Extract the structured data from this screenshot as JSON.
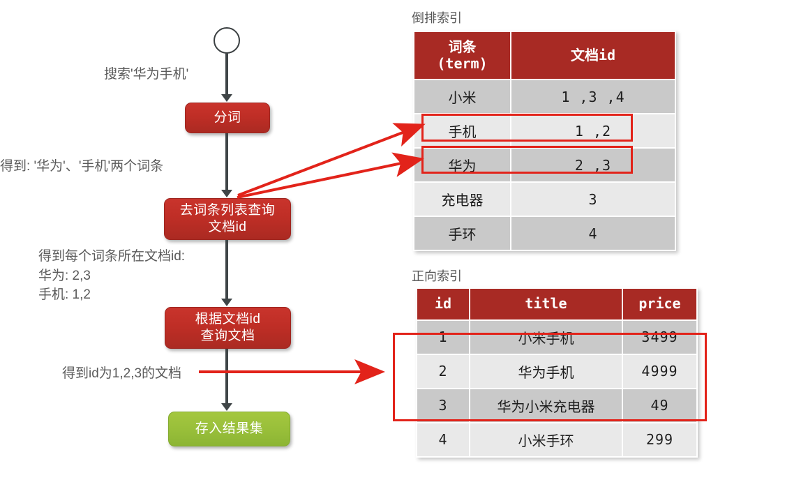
{
  "diagram": {
    "title": "elasticsearch-inverted-index-search-flow",
    "accent_red": "#a82a24",
    "accent_green": "#9bbf3a",
    "arrow_red": "#e2231a",
    "line_gray": "#3f4547",
    "text_gray": "#5a5a5a"
  },
  "flow": {
    "start_node": "",
    "steps": [
      {
        "id": "fenci",
        "label": "分词",
        "color": "red"
      },
      {
        "id": "query-term-list",
        "line1": "去词条列表查询",
        "line2": "文档id",
        "color": "red"
      },
      {
        "id": "query-doc-by-id",
        "line1": "根据文档id",
        "line2": "查询文档",
        "color": "red"
      },
      {
        "id": "save-result",
        "label": "存入结果集",
        "color": "green"
      }
    ]
  },
  "annotations": {
    "search_input": "搜索'华为手机'",
    "terms_result": "得到: '华为'、'手机'两个词条",
    "doc_ids_block": "得到每个词条所在文档id:\n华为: 2,3\n手机: 1,2",
    "doc_result": "得到id为1,2,3的文档"
  },
  "inverted_index": {
    "caption": "倒排索引",
    "headers": [
      "词条\n(term)",
      "文档id"
    ],
    "rows": [
      {
        "term": "小米",
        "doc_ids": "1 ,3 ,4",
        "highlight": false
      },
      {
        "term": "手机",
        "doc_ids": "1 ,2",
        "highlight": true
      },
      {
        "term": "华为",
        "doc_ids": "2 ,3",
        "highlight": true
      },
      {
        "term": "充电器",
        "doc_ids": "3",
        "highlight": false
      },
      {
        "term": "手环",
        "doc_ids": "4",
        "highlight": false
      }
    ]
  },
  "forward_index": {
    "caption": "正向索引",
    "headers": [
      "id",
      "title",
      "price"
    ],
    "rows": [
      {
        "id": "1",
        "title": "小米手机",
        "price": "3499",
        "highlight": true
      },
      {
        "id": "2",
        "title": "华为手机",
        "price": "4999",
        "highlight": true
      },
      {
        "id": "3",
        "title": "华为小米充电器",
        "price": "49",
        "highlight": true
      },
      {
        "id": "4",
        "title": "小米手环",
        "price": "299",
        "highlight": false
      }
    ]
  }
}
